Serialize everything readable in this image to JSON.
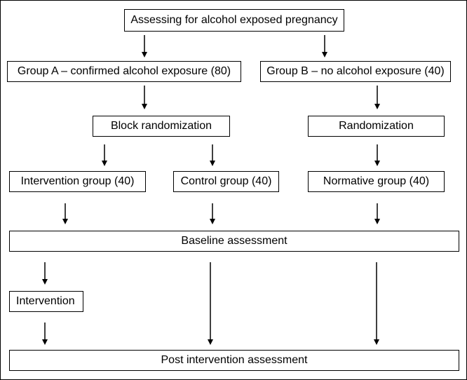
{
  "flowchart": {
    "nodes": {
      "assessing": "Assessing for alcohol exposed pregnancy",
      "group_a": "Group A – confirmed alcohol exposure (80)",
      "group_b": "Group B – no alcohol exposure (40)",
      "block_randomization": "Block randomization",
      "randomization": "Randomization",
      "intervention_group": "Intervention group (40)",
      "control_group": "Control group (40)",
      "normative_group": "Normative group (40)",
      "baseline_assessment": "Baseline assessment",
      "intervention": "Intervention",
      "post_intervention_assessment": "Post intervention assessment"
    },
    "edges": [
      [
        "assessing",
        "group_a"
      ],
      [
        "assessing",
        "group_b"
      ],
      [
        "group_a",
        "block_randomization"
      ],
      [
        "group_b",
        "randomization"
      ],
      [
        "block_randomization",
        "intervention_group"
      ],
      [
        "block_randomization",
        "control_group"
      ],
      [
        "randomization",
        "normative_group"
      ],
      [
        "intervention_group",
        "baseline_assessment"
      ],
      [
        "control_group",
        "baseline_assessment"
      ],
      [
        "normative_group",
        "baseline_assessment"
      ],
      [
        "baseline_assessment",
        "intervention"
      ],
      [
        "intervention",
        "post_intervention_assessment"
      ],
      [
        "baseline_assessment",
        "post_intervention_assessment"
      ],
      [
        "baseline_assessment",
        "post_intervention_assessment"
      ]
    ],
    "colors": {
      "line": "#000000",
      "box_fill": "#ffffff",
      "text": "#000000"
    }
  }
}
